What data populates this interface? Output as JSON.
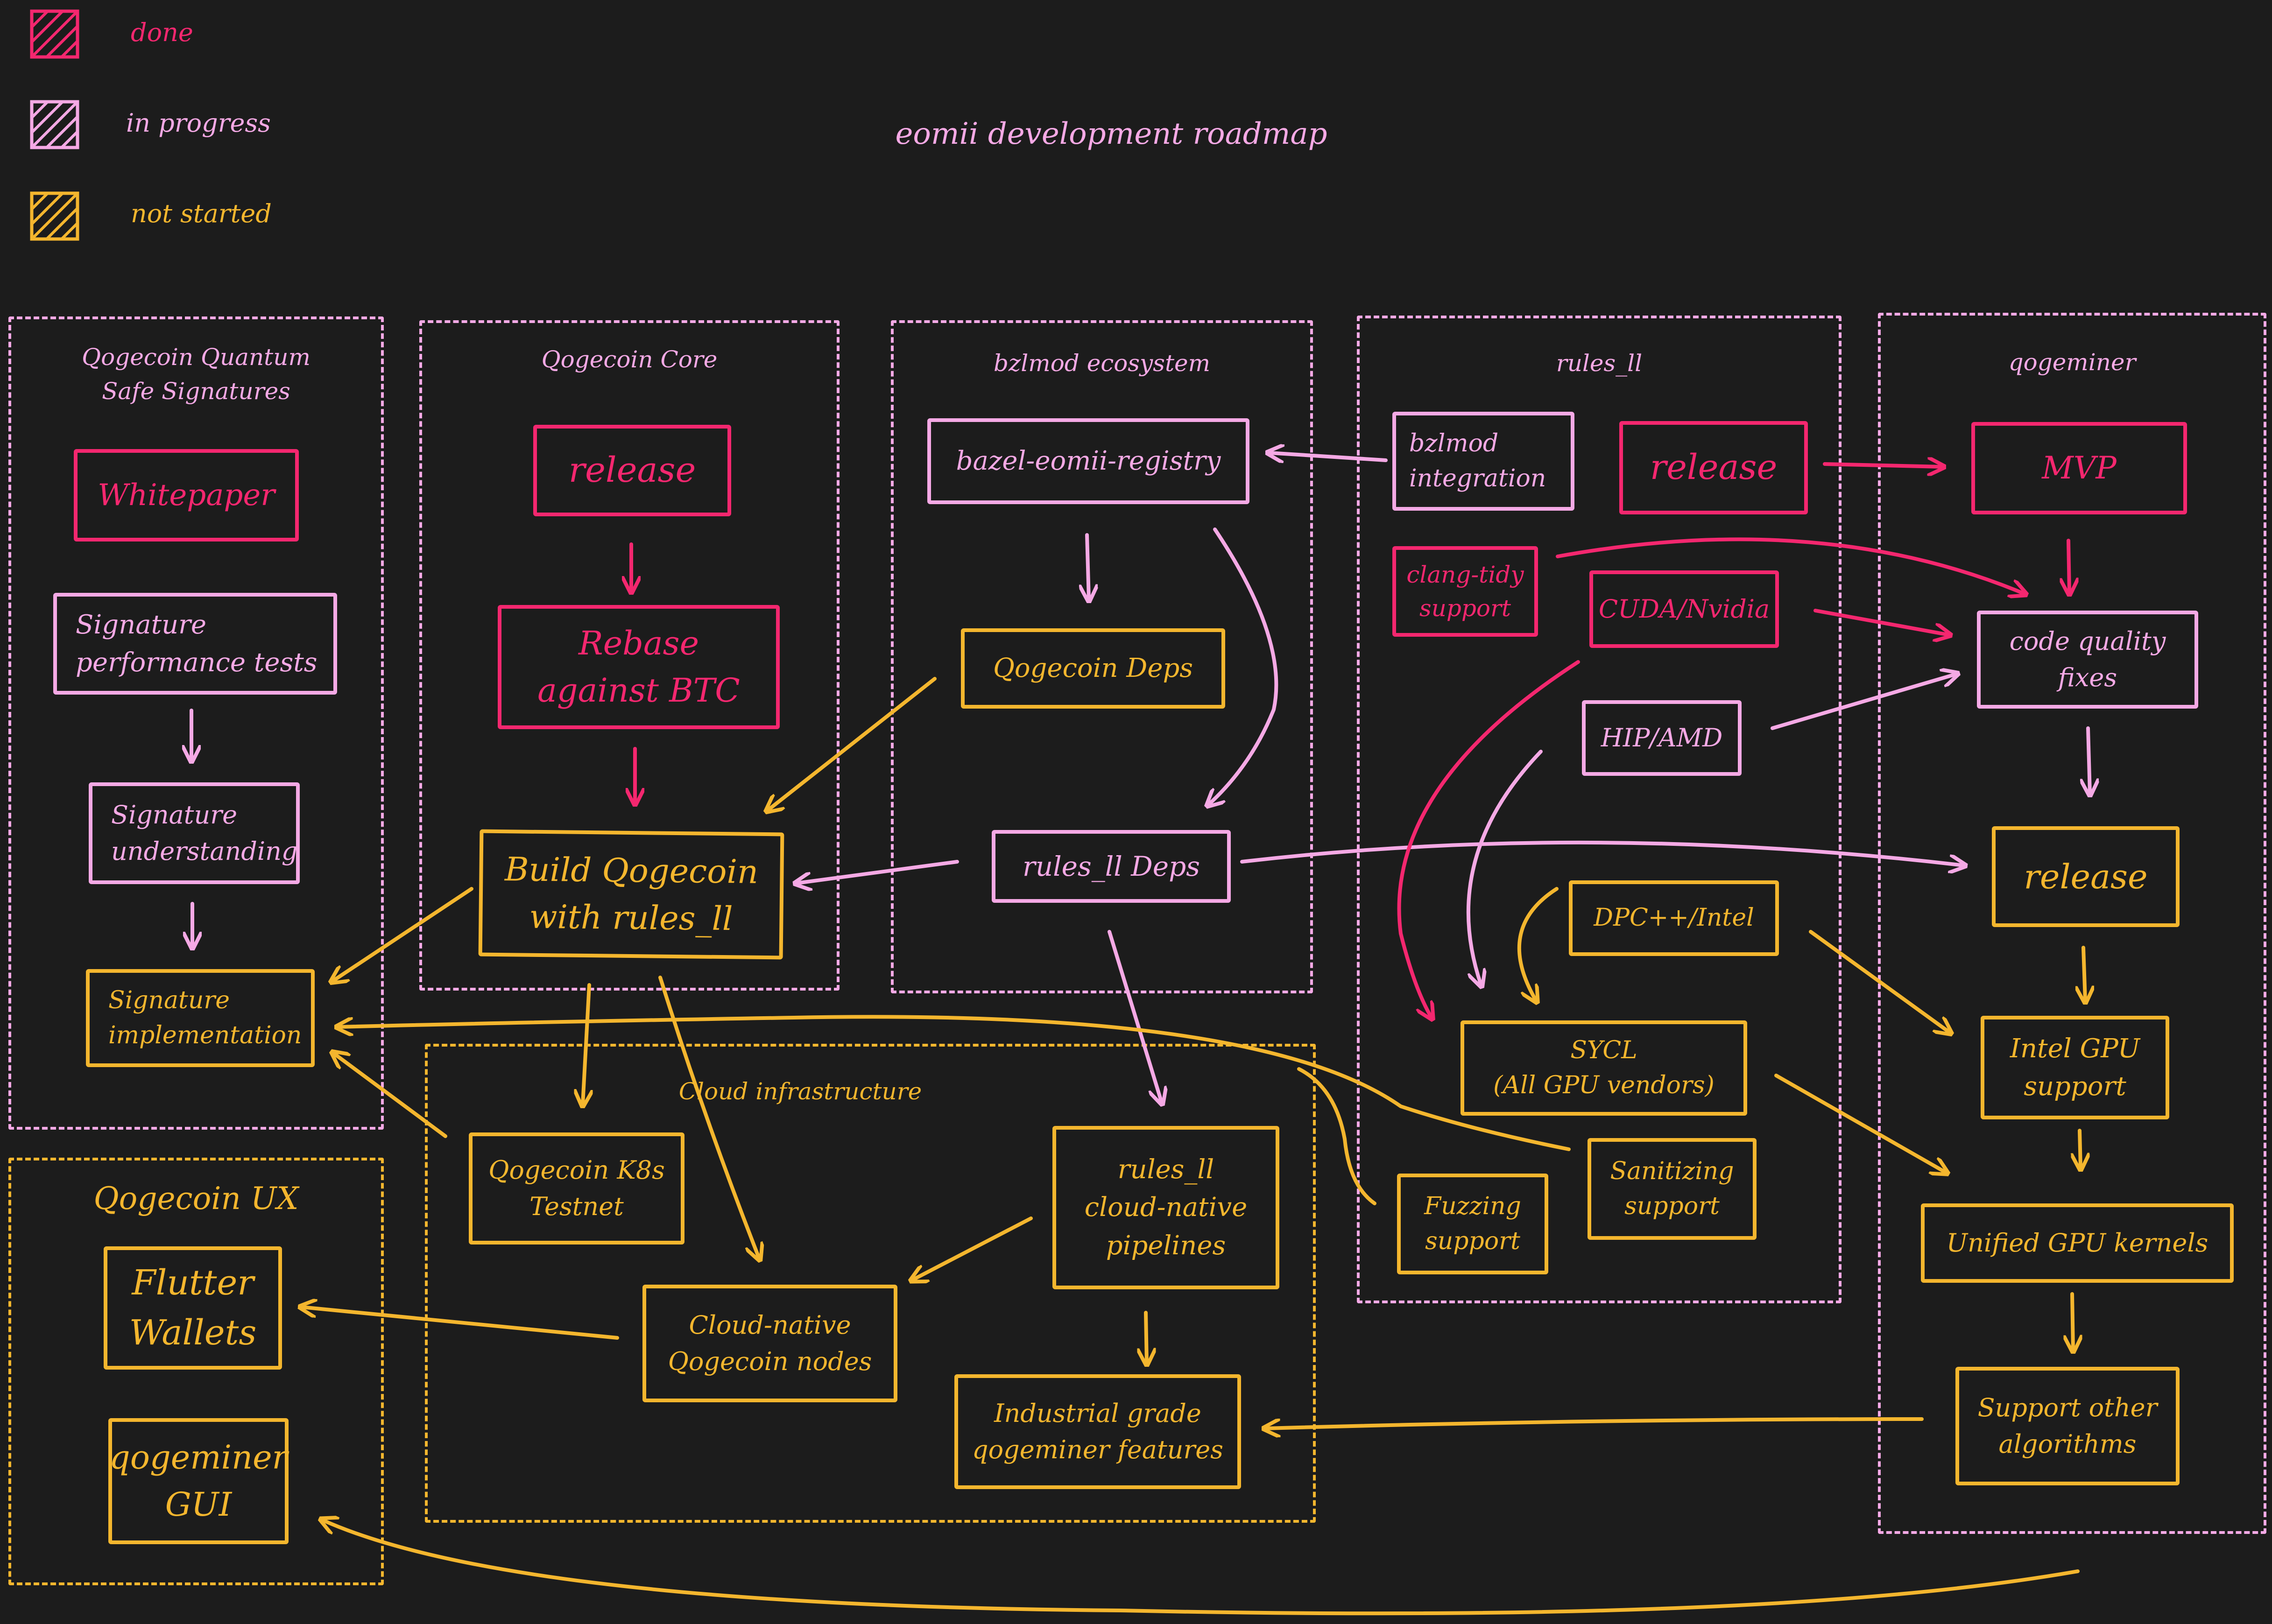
{
  "title": "eomii development roadmap",
  "colors": {
    "done": "#f4276f",
    "in_progress": "#f5a9e5",
    "not_started": "#f4b62e"
  },
  "legend": [
    {
      "id": "done",
      "label": "done"
    },
    {
      "id": "in_progress",
      "label": "in progress"
    },
    {
      "id": "not_started",
      "label": "not started"
    }
  ],
  "groups": {
    "quantum": {
      "label": "Qogecoin Quantum\nSafe Signatures",
      "status": "in_progress"
    },
    "core": {
      "label": "Qogecoin Core",
      "status": "in_progress"
    },
    "bzlmod": {
      "label": "bzlmod ecosystem",
      "status": "in_progress"
    },
    "rules": {
      "label": "rules_ll",
      "status": "in_progress"
    },
    "miner": {
      "label": "qogeminer",
      "status": "in_progress"
    },
    "ux": {
      "label": "Qogecoin UX",
      "status": "not_started"
    },
    "cloud": {
      "label": "Cloud infrastructure",
      "status": "not_started"
    }
  },
  "nodes": {
    "whitepaper": {
      "label": "Whitepaper",
      "status": "done"
    },
    "sig_perf": {
      "label": "Signature\nperformance tests",
      "status": "in_progress"
    },
    "sig_understanding": {
      "label": "Signature\nunderstanding",
      "status": "in_progress"
    },
    "sig_impl": {
      "label": "Signature\nimplementation",
      "status": "not_started"
    },
    "core_release": {
      "label": "release",
      "status": "done"
    },
    "rebase": {
      "label": "Rebase\nagainst BTC",
      "status": "done"
    },
    "build": {
      "label": "Build Qogecoin\nwith rules_ll",
      "status": "not_started"
    },
    "registry": {
      "label": "bazel-eomii-registry",
      "status": "in_progress"
    },
    "deps": {
      "label": "Qogecoin Deps",
      "status": "not_started"
    },
    "rules_deps": {
      "label": "rules_ll Deps",
      "status": "in_progress"
    },
    "bzlmod_integ": {
      "label": "bzlmod\nintegration",
      "status": "in_progress"
    },
    "rules_release": {
      "label": "release",
      "status": "done"
    },
    "clang_tidy": {
      "label": "clang-tidy\nsupport",
      "status": "done"
    },
    "cuda": {
      "label": "CUDA/Nvidia",
      "status": "done"
    },
    "hip": {
      "label": "HIP/AMD",
      "status": "in_progress"
    },
    "dpcpp": {
      "label": "DPC++/Intel",
      "status": "not_started"
    },
    "sycl": {
      "label": "SYCL\n(All GPU vendors)",
      "status": "not_started"
    },
    "sanitizing": {
      "label": "Sanitizing\nsupport",
      "status": "not_started"
    },
    "fuzzing": {
      "label": "Fuzzing\nsupport",
      "status": "not_started"
    },
    "mvp": {
      "label": "MVP",
      "status": "done"
    },
    "code_quality": {
      "label": "code quality\nfixes",
      "status": "in_progress"
    },
    "miner_release": {
      "label": "release",
      "status": "not_started"
    },
    "intel_gpu": {
      "label": "Intel GPU\nsupport",
      "status": "not_started"
    },
    "unified": {
      "label": "Unified GPU kernels",
      "status": "not_started"
    },
    "other_algos": {
      "label": "Support other\nalgorithms",
      "status": "not_started"
    },
    "flutter": {
      "label": "Flutter\nWallets",
      "status": "not_started"
    },
    "miner_gui": {
      "label": "qogeminer\nGUI",
      "status": "not_started"
    },
    "k8s": {
      "label": "Qogecoin K8s\nTestnet",
      "status": "not_started"
    },
    "cloud_nodes": {
      "label": "Cloud-native\nQogecoin nodes",
      "status": "not_started"
    },
    "cloud_pipelines": {
      "label": "rules_ll\ncloud-native\npipelines",
      "status": "not_started"
    },
    "industrial": {
      "label": "Industrial grade\nqogeminer features",
      "status": "not_started"
    }
  }
}
